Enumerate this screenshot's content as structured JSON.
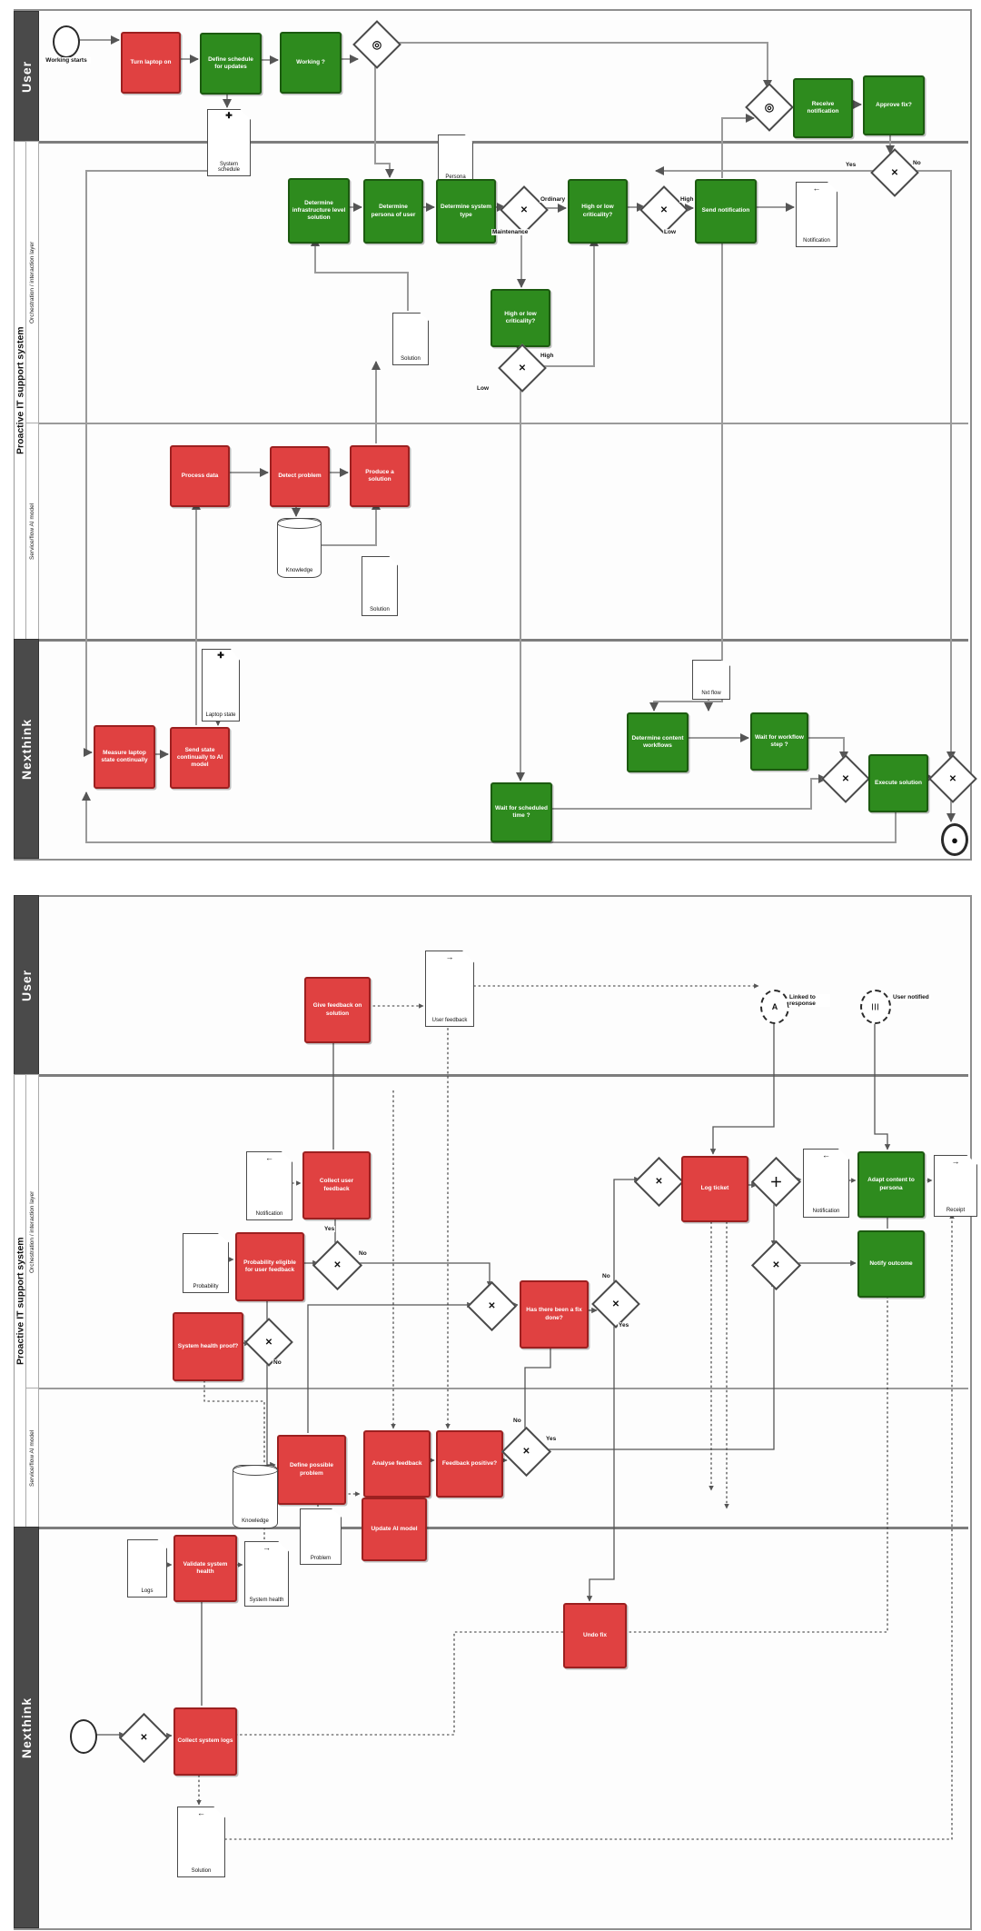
{
  "palette": {
    "task_red": "#e04141",
    "task_green": "#2e8b1e",
    "lane_header": "#4a4a4a",
    "connector_top": "#9a9a9a",
    "connector_bottom": "#333333"
  },
  "top": {
    "pools": {
      "user": "User",
      "system": "Proactive IT support system",
      "nexthink": "Nexthink",
      "lane_orchestration": "Orchestration / interaction layer",
      "lane_ai": "Service/flow AI model"
    },
    "nodes": {
      "start_label": "Working starts",
      "t_turn": "Turn laptop on",
      "t_sched": "Define schedule for updates",
      "t_work": "Working ?",
      "doc_sched": "System schedule",
      "t_recv": "Receive notification",
      "t_appr": "Approve fix?",
      "o_infra": "Determine infrastructure level solution",
      "o_pers": "Determine persona of user",
      "doc_persona": "Persona",
      "o_styp": "Determine system type",
      "o_crit1": "High or low criticality?",
      "o_send": "Send notification",
      "doc_notif": "Notification",
      "o_crit2": "High or low criticality?",
      "a_proc": "Process data",
      "a_det": "Detect problem",
      "a_prod": "Produce a solution",
      "a_kn": "Knowledge",
      "doc_sol1": "Solution",
      "doc_sol2": "Solution",
      "n_meas": "Measure laptop state continually",
      "n_send": "Send state continually to AI model",
      "doc_state": "Laptop state",
      "n_wait1": "Wait for scheduled time ?",
      "doc_flow": "Nxt flow",
      "n_detwf": "Determine content workflows",
      "n_wait2": "Wait for workflow step ?",
      "n_exec": "Execute solution"
    },
    "edge_labels": {
      "yes": "Yes",
      "no": "No",
      "ordinary": "Ordinary",
      "maintenance": "Maintenance",
      "high1": "High",
      "low1": "Low",
      "high2": "High",
      "low2": "Low"
    }
  },
  "bottom": {
    "pools": {
      "user": "User",
      "system": "Proactive IT support system",
      "nexthink": "Nexthink",
      "lane_orchestration": "Orchestration / interaction layer",
      "lane_ai": "Service/flow AI model"
    },
    "nodes": {
      "u_feed": "Give feedback on solution",
      "doc_userfb": "User feedback",
      "ev_a": "Linked to response",
      "ev_n": "User notified",
      "doc_notif1": "Notification",
      "b_collect": "Collect user feedback",
      "doc_prob": "Probability",
      "b_elig": "Probability eligible for user feedback",
      "b_health": "System health proof?",
      "b_fix": "Has there been a fix done?",
      "b_log": "Log ticket",
      "doc_notif2": "Notification",
      "b_adapt": "Adapt content to persona",
      "doc_receipt": "Receipt",
      "b_notify": "Notify outcome",
      "m_def": "Define possible problem",
      "m_ana": "Analyse feedback",
      "m_pos": "Feedback positive?",
      "m_upd": "Update AI model",
      "m_kn": "Knowledge",
      "doc_problem": "Problem",
      "doc_logs": "Logs",
      "x_validate": "Validate system health",
      "doc_health": "System health",
      "x_undo": "Undo fix",
      "x_collect": "Collect system logs",
      "doc_solution": "Solution"
    },
    "edge_labels": {
      "yes1": "Yes",
      "no1": "No",
      "no2": "No",
      "no3": "No",
      "yes2": "Yes",
      "no4": "No",
      "yes3": "Yes"
    }
  }
}
